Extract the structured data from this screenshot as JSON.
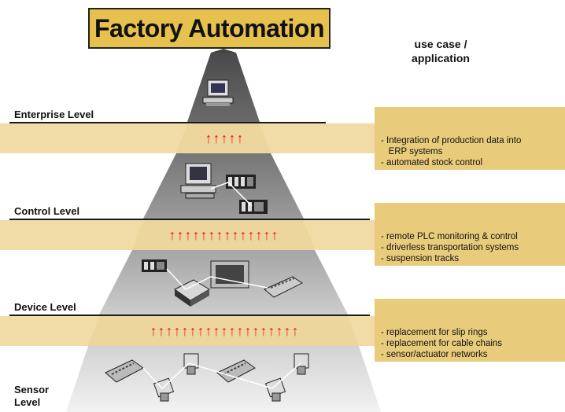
{
  "title": "Factory Automation",
  "use_case_heading": "use case /\napplication",
  "levels": [
    {
      "label": "Enterprise Level"
    },
    {
      "label": "Control Level"
    },
    {
      "label": "Device Level"
    },
    {
      "label": "Sensor\nLevel"
    }
  ],
  "arrow_rows": [
    {
      "count": 5,
      "glyph": "↑"
    },
    {
      "count": 14,
      "glyph": "↑"
    },
    {
      "count": 19,
      "glyph": "↑"
    }
  ],
  "use_cases": [
    {
      "text": "- Integration of production data into\n   ERP systems\n- automated stock control"
    },
    {
      "text": "- remote PLC monitoring & control\n- driverless transportation systems\n- suspension tracks"
    },
    {
      "text": "- replacement for slip rings\n- replacement for cable chains\n- sensor/actuator networks"
    }
  ],
  "colors": {
    "title_fill": "#e7c14e",
    "band_fill": "#f1dba6",
    "usecase_fill": "#e8cb7b",
    "arrow": "#e2231a",
    "pyramid_top": "#555555",
    "pyramid_bottom": "#eeeeee"
  }
}
